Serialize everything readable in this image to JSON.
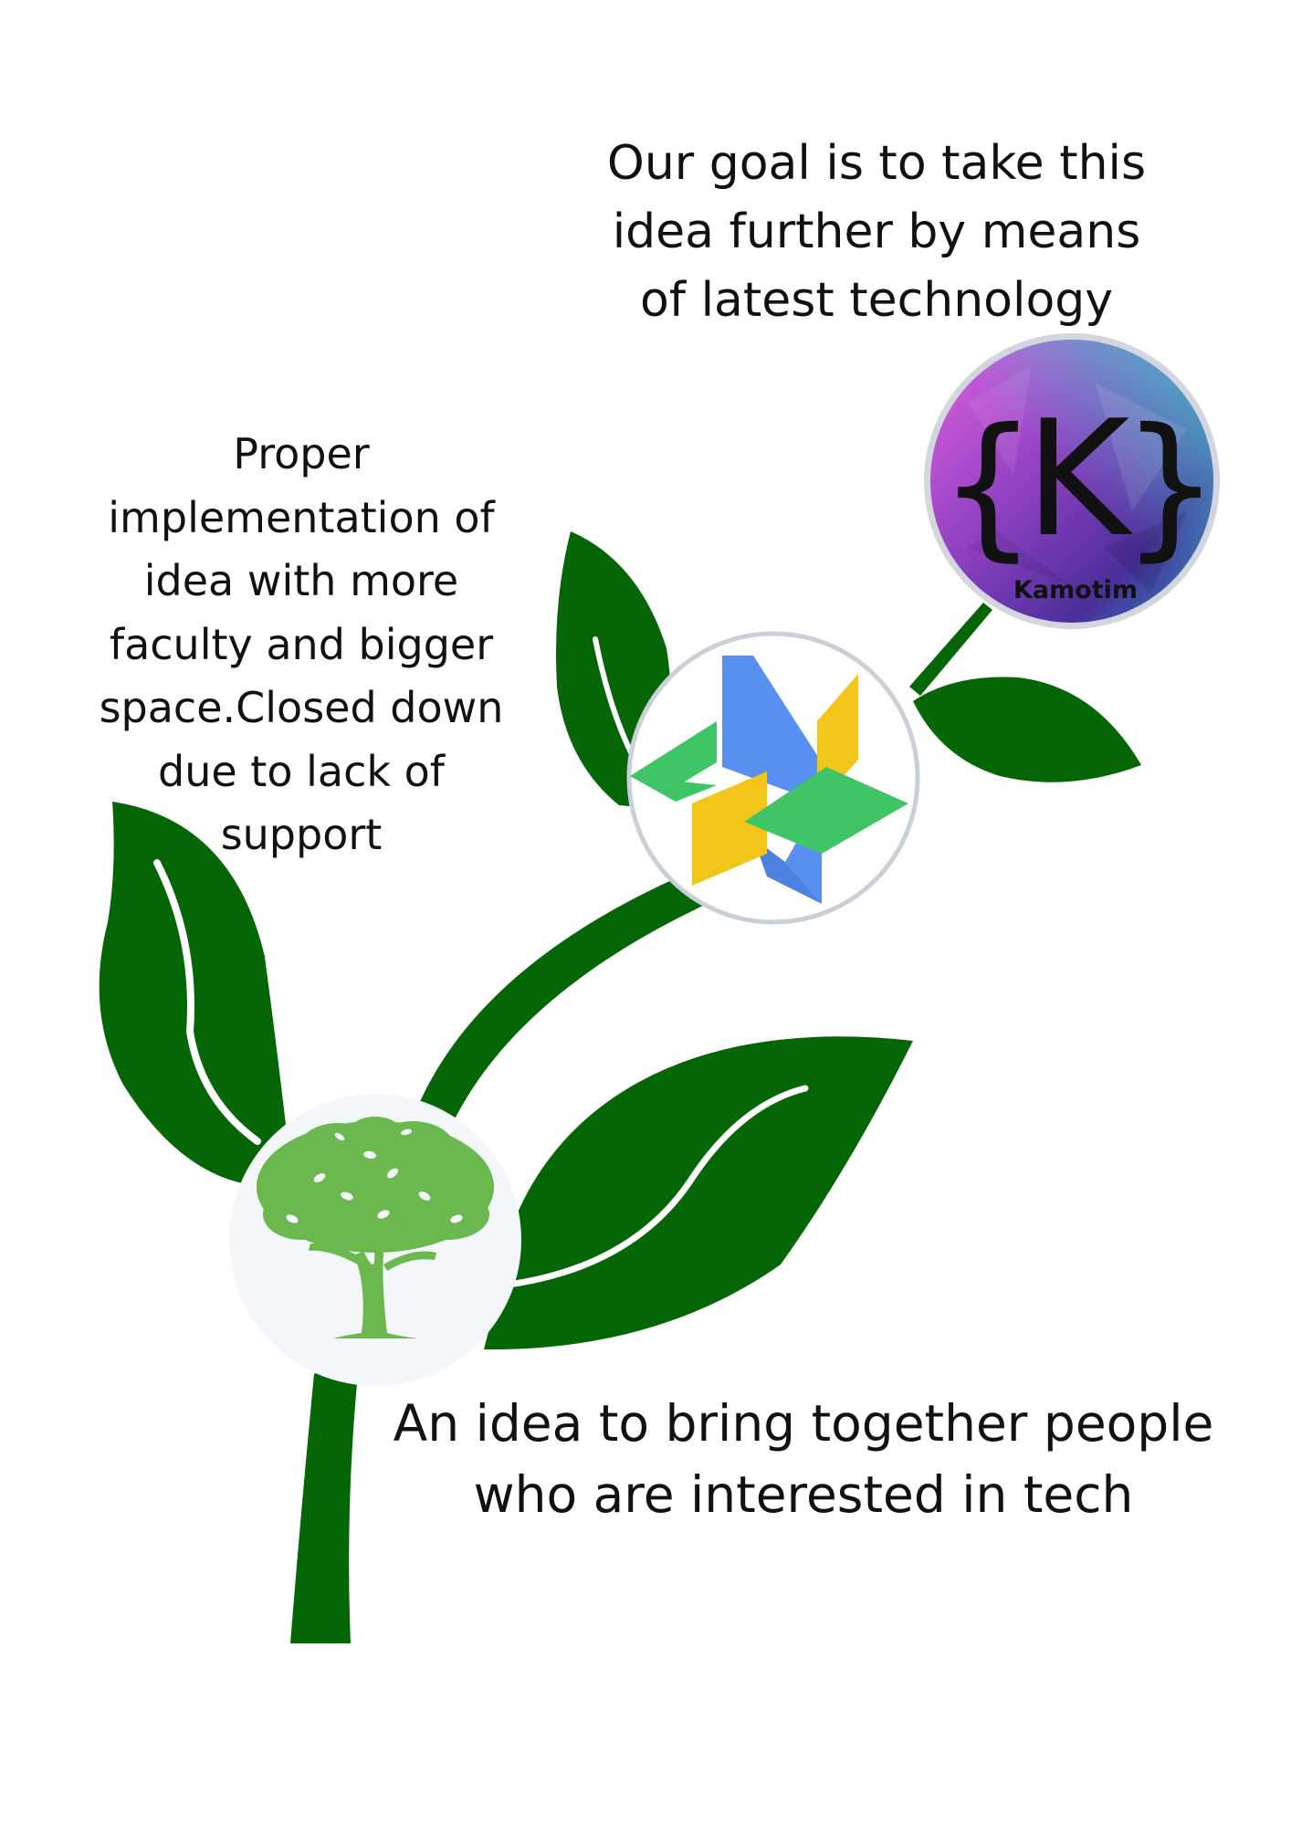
{
  "captions": {
    "top": "Our goal is to take this\nidea further by means\nof latest technology",
    "middle": "Proper\nimplementation of\nidea with more\nfaculty and bigger\nspace.Closed down\ndue to lack of\nsupport",
    "bottom": "An idea to bring together people\nwho are interested in tech"
  },
  "logos": {
    "kamotim": {
      "brace_left": "{",
      "letter": "K",
      "brace_right": "}",
      "label": "Kamotim",
      "icon": "kamotim-logo"
    },
    "middle": {
      "icon": "interlocking-star-logo"
    },
    "bottom": {
      "icon": "tree-logo"
    }
  },
  "colors": {
    "plant_green": "#056606",
    "tree_green": "#6bb84f",
    "logo_blue": "#5790f0",
    "logo_yellow": "#f2c518",
    "logo_green": "#3fc466",
    "kamotim_pink": "#d654dc",
    "kamotim_purple": "#5a2f9c",
    "kamotim_teal": "#2ec2c7"
  }
}
